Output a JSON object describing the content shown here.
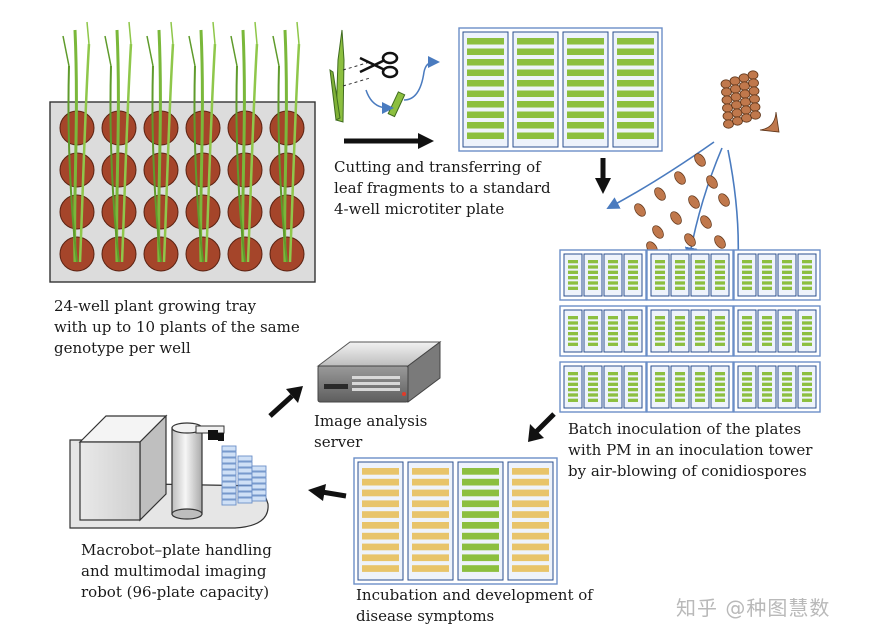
{
  "captions": {
    "tray": [
      "24-well plant growing tray",
      "with up to 10 plants of the same",
      "genotype per well"
    ],
    "cutting": [
      "Cutting and transferring of",
      "leaf fragments to a standard",
      "4-well microtiter plate"
    ],
    "batch": [
      "Batch inoculation of the plates",
      "with PM in an inoculation tower",
      "by air-blowing of conidiospores"
    ],
    "server": [
      "Image analysis",
      "server"
    ],
    "incubation": [
      "Incubation and development of",
      "disease symptoms"
    ],
    "robot": [
      "Macrobot–plate handling",
      "and multimodal imaging",
      "robot (96-plate capacity)"
    ]
  },
  "watermark": "知乎 @种图慧数",
  "colors": {
    "pot": "#a5452a",
    "leaf_green": "#8cbf3f",
    "symptom_yellow": "#e8c46a",
    "plate_frame": "#6b8fc8",
    "spore": "#c0784c",
    "arrow": "#111111",
    "blue_arrow": "#4a7bbf"
  }
}
